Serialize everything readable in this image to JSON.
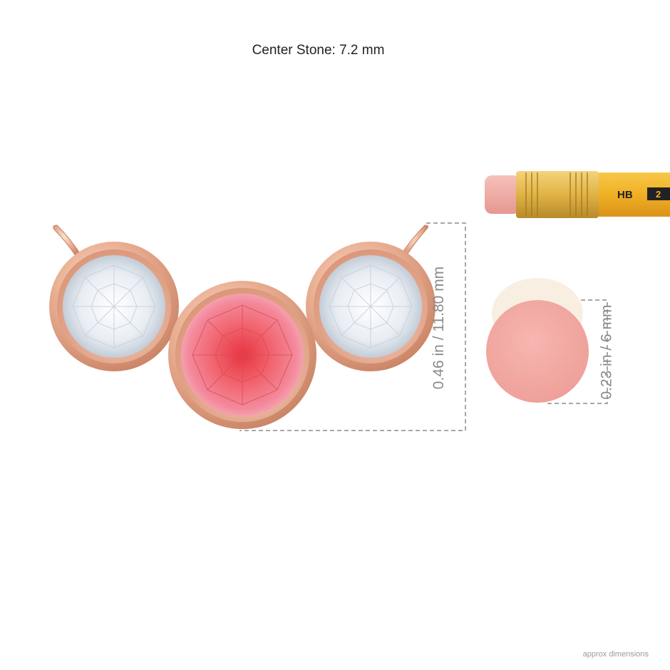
{
  "header": {
    "title": "Center Stone: 7.2 mm"
  },
  "dimensions": {
    "pendant_label": "0.46 in / 11.80 mm",
    "eraser_label": "0.23 in / 6 mm"
  },
  "pencil": {
    "grade": "HB",
    "number": "2"
  },
  "footer": {
    "note": "approx dimensions"
  },
  "colors": {
    "metal": "#e8a98a",
    "center_stone": "#f07080",
    "side_stone": "#eef2f7",
    "eraser": "#f2a6a0",
    "pencil_body": "#f2b52a",
    "ferrule": "#e3b84a",
    "dim_line": "#a8a8a8"
  }
}
